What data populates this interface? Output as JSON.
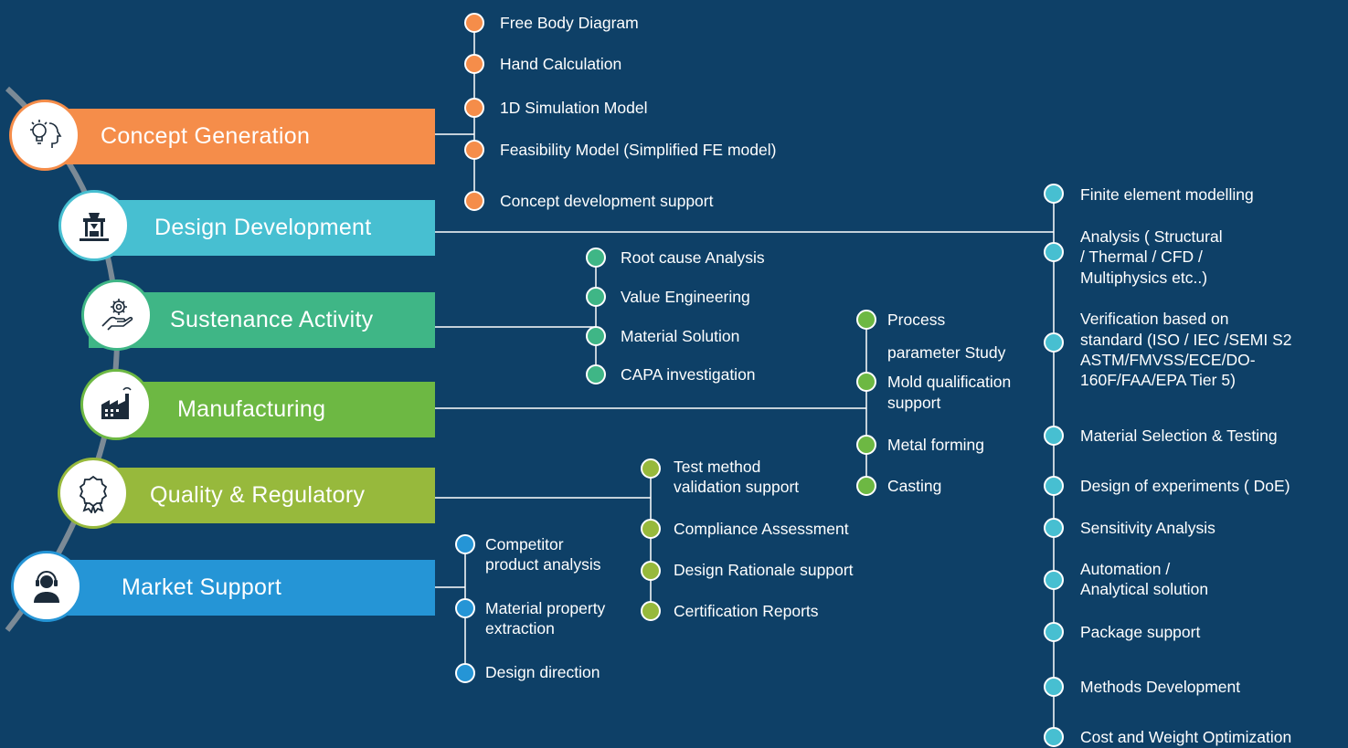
{
  "colors": {
    "background": "#0e4067",
    "concept": "#f58d4a",
    "design": "#47bfd1",
    "sustenance": "#3fb686",
    "manufacturing": "#6db843",
    "quality": "#97b93c",
    "market": "#2595d6",
    "connector": "#ffffff",
    "arc": "#7b8a96"
  },
  "stages": [
    {
      "id": "concept",
      "label": "Concept Generation",
      "icon": "idea-head-icon"
    },
    {
      "id": "design",
      "label": "Design Development",
      "icon": "design-printer-icon"
    },
    {
      "id": "sustenance",
      "label": "Sustenance Activity",
      "icon": "gear-hand-icon"
    },
    {
      "id": "manufacturing",
      "label": "Manufacturing",
      "icon": "factory-icon"
    },
    {
      "id": "quality",
      "label": "Quality & Regulatory",
      "icon": "award-ribbon-icon"
    },
    {
      "id": "market",
      "label": "Market Support",
      "icon": "headset-agent-icon"
    }
  ],
  "concept_items": [
    "Free Body Diagram",
    "Hand Calculation",
    "1D Simulation Model",
    "Feasibility Model (Simplified FE model)",
    "Concept development support"
  ],
  "sustenance_items": [
    "Root cause Analysis",
    "Value Engineering",
    "Material Solution",
    "CAPA investigation"
  ],
  "manufacturing_items": [
    "Process",
    "parameter Study",
    "Mold qualification",
    "support",
    "Metal forming",
    "Casting"
  ],
  "quality_items": [
    "Test method",
    "validation support",
    "Compliance Assessment",
    "Design Rationale support",
    "Certification Reports"
  ],
  "market_items": [
    "Competitor",
    "product analysis",
    "Material property",
    "extraction",
    "Design direction"
  ],
  "design_items": [
    "Finite element modelling",
    "Analysis ( Structural",
    "/ Thermal / CFD /",
    "Multiphysics etc..)",
    "Verification based on",
    "standard (ISO / IEC /SEMI S2",
    "ASTM/FMVSS/ECE/DO-",
    "160F/FAA/EPA Tier 5)",
    "Material Selection & Testing",
    "Design of experiments ( DoE)",
    "Sensitivity Analysis",
    "Automation /",
    "Analytical solution",
    "Package support",
    "Methods Development",
    "Cost and Weight Optimization"
  ]
}
